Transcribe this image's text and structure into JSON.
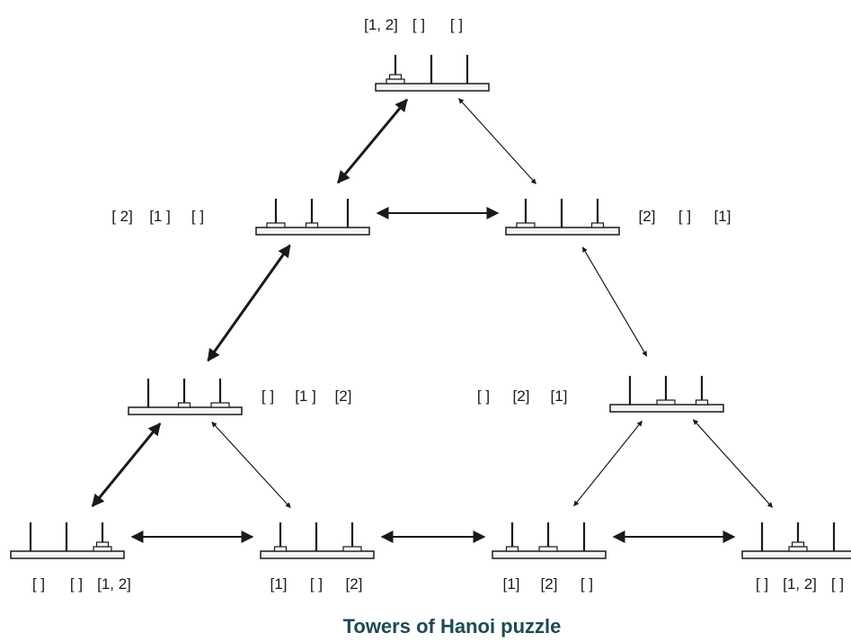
{
  "caption": "Towers of Hanoi puzzle",
  "colors": {
    "caption": "#1e4a52",
    "line": "#1a1a1a",
    "base_fill": "#f4f4f4",
    "disk_fill": "#f4f4f4"
  },
  "states": [
    {
      "id": "s0",
      "pegs": [
        [
          1,
          2
        ],
        [],
        []
      ],
      "label_parts": [
        "[1, 2]",
        "[ ]",
        "[ ]"
      ]
    },
    {
      "id": "s1",
      "pegs": [
        [
          2
        ],
        [
          1
        ],
        []
      ],
      "label_parts": [
        "[ 2]",
        "[1 ]",
        "[ ]"
      ]
    },
    {
      "id": "s2",
      "pegs": [
        [
          2
        ],
        [],
        [
          1
        ]
      ],
      "label_parts": [
        "[2]",
        "[ ]",
        "[1]"
      ]
    },
    {
      "id": "s3",
      "pegs": [
        [],
        [
          1
        ],
        [
          2
        ]
      ],
      "label_parts": [
        "[ ]",
        "[1 ]",
        "[2]"
      ]
    },
    {
      "id": "s4",
      "pegs": [
        [],
        [
          2
        ],
        [
          1
        ]
      ],
      "label_parts": [
        "[ ]",
        "[2]",
        "[1]"
      ]
    },
    {
      "id": "s5",
      "pegs": [
        [],
        [],
        [
          1,
          2
        ]
      ],
      "label_parts": [
        "[ ]",
        "[ ]",
        "[1, 2]"
      ]
    },
    {
      "id": "s6",
      "pegs": [
        [
          1
        ],
        [],
        [
          2
        ]
      ],
      "label_parts": [
        "[1]",
        "[ ]",
        "[2]"
      ]
    },
    {
      "id": "s7",
      "pegs": [
        [
          1
        ],
        [
          2
        ],
        []
      ],
      "label_parts": [
        "[1]",
        "[2]",
        "[ ]"
      ]
    },
    {
      "id": "s8",
      "pegs": [
        [],
        [
          1,
          2
        ],
        []
      ],
      "label_parts": [
        "[ ]",
        "[1, 2]",
        "[ ]"
      ]
    }
  ],
  "edges": [
    {
      "from": "s0",
      "to": "s1",
      "weight": "bold"
    },
    {
      "from": "s0",
      "to": "s2",
      "weight": "thin"
    },
    {
      "from": "s1",
      "to": "s2",
      "weight": "normal"
    },
    {
      "from": "s1",
      "to": "s3",
      "weight": "bold"
    },
    {
      "from": "s2",
      "to": "s4",
      "weight": "thin"
    },
    {
      "from": "s3",
      "to": "s5",
      "weight": "bold"
    },
    {
      "from": "s3",
      "to": "s6",
      "weight": "thin"
    },
    {
      "from": "s5",
      "to": "s6",
      "weight": "normal"
    },
    {
      "from": "s6",
      "to": "s7",
      "weight": "normal"
    },
    {
      "from": "s4",
      "to": "s7",
      "weight": "thin"
    },
    {
      "from": "s4",
      "to": "s8",
      "weight": "thin"
    },
    {
      "from": "s7",
      "to": "s8",
      "weight": "normal"
    }
  ]
}
